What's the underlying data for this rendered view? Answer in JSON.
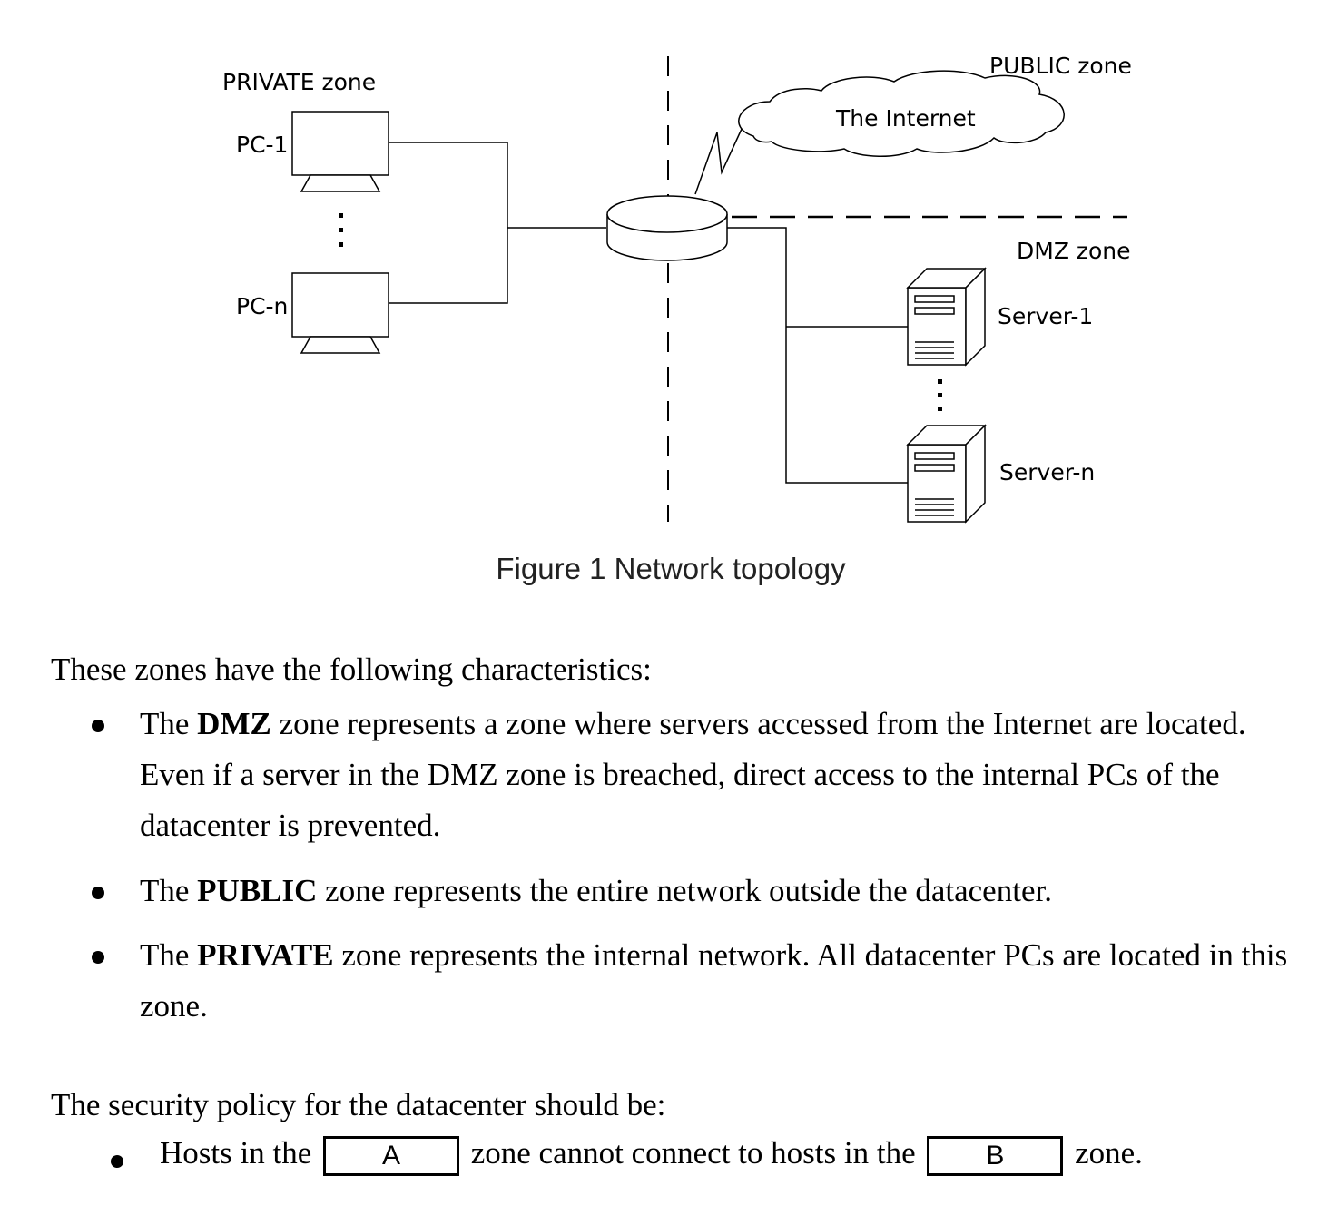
{
  "figure": {
    "labels": {
      "private_zone": "PRIVATE zone",
      "public_zone": "PUBLIC zone",
      "dmz_zone": "DMZ zone",
      "internet": "The Internet",
      "pc1": "PC-1",
      "pcn": "PC-n",
      "server1": "Server-1",
      "servern": "Server-n"
    },
    "caption": "Figure 1 Network topology"
  },
  "text": {
    "intro": "These zones have the following characteristics:",
    "bullets": [
      {
        "prefix": "The ",
        "bold": "DMZ",
        "rest": " zone represents a zone where servers accessed from the Internet are located. Even if a server in the DMZ zone is breached, direct access to the internal PCs of the datacenter is prevented."
      },
      {
        "prefix": "The ",
        "bold": "PUBLIC",
        "rest": " zone represents the entire network outside the datacenter."
      },
      {
        "prefix": "The ",
        "bold": "PRIVATE",
        "rest": " zone represents the internal network. All datacenter PCs are located in this zone."
      }
    ],
    "policy_intro": "The security policy for the datacenter should be:",
    "policy": {
      "part1": "Hosts in the",
      "blank_a": "A",
      "part2": "zone cannot connect to hosts in the",
      "blank_b": "B",
      "part3": "zone."
    }
  }
}
